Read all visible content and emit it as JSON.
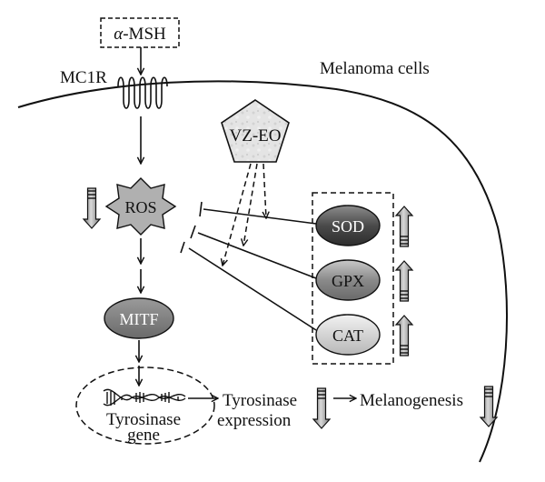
{
  "diagram": {
    "ligand": "α-MSH",
    "ligand_prefix": "α",
    "ligand_suffix": "-MSH",
    "receptor": "MC1R",
    "cell_label": "Melanoma cells",
    "compound": "VZ-EO",
    "ros": "ROS",
    "mitf": "MITF",
    "enzymes": [
      "SOD",
      "GPX",
      "CAT"
    ],
    "gene_line1": "Tyrosinase",
    "gene_line2": "gene",
    "expression_line1": "Tyrosinase",
    "expression_line2": "expression",
    "outcome": "Melanogenesis",
    "colors": {
      "sod_fill": "#555555",
      "gpx_fill": "#8a8a8a",
      "cat_fill": "#d6d6d6",
      "mitf_fill": "#7a7a7a",
      "ros_fill": "#a9a9a9",
      "arrow_fill": "#9a9a9a"
    },
    "icons": {
      "up": "up-arrow-icon",
      "down": "down-arrow-icon",
      "dna": "dna-helix-icon"
    }
  }
}
